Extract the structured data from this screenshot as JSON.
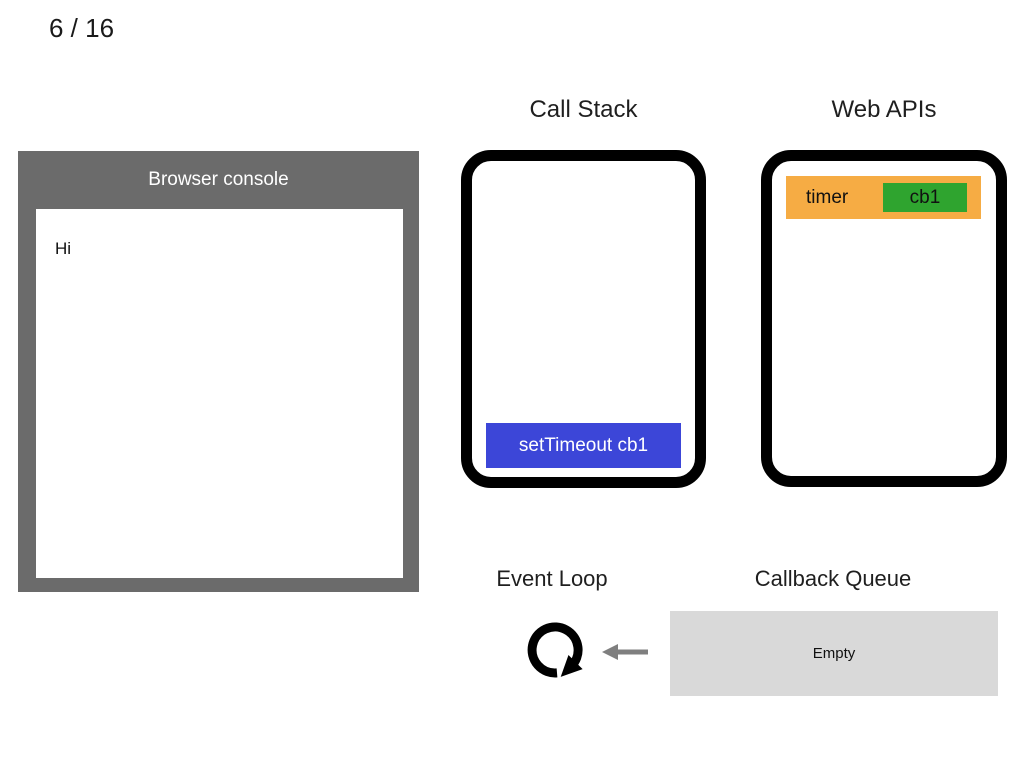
{
  "slide": {
    "counter": "6 / 16"
  },
  "colors": {
    "console_gray": "#6b6b6b",
    "frame_blue": "#3c46d8",
    "timer_orange": "#f6ac44",
    "callback_green": "#2fa42f",
    "queue_gray": "#d9d9d9",
    "arrow_gray": "#7f7f7f"
  },
  "console": {
    "title": "Browser console",
    "lines": [
      "Hi"
    ]
  },
  "call_stack": {
    "title": "Call Stack",
    "frames": [
      {
        "label": "setTimeout cb1"
      }
    ]
  },
  "web_apis": {
    "title": "Web APIs",
    "items": [
      {
        "api": "timer",
        "callback": "cb1"
      }
    ]
  },
  "event_loop": {
    "title": "Event Loop",
    "icon": "rotate-clockwise-icon"
  },
  "callback_queue": {
    "title": "Callback Queue",
    "status": "Empty"
  },
  "flow": {
    "icon": "left-arrow-icon"
  }
}
